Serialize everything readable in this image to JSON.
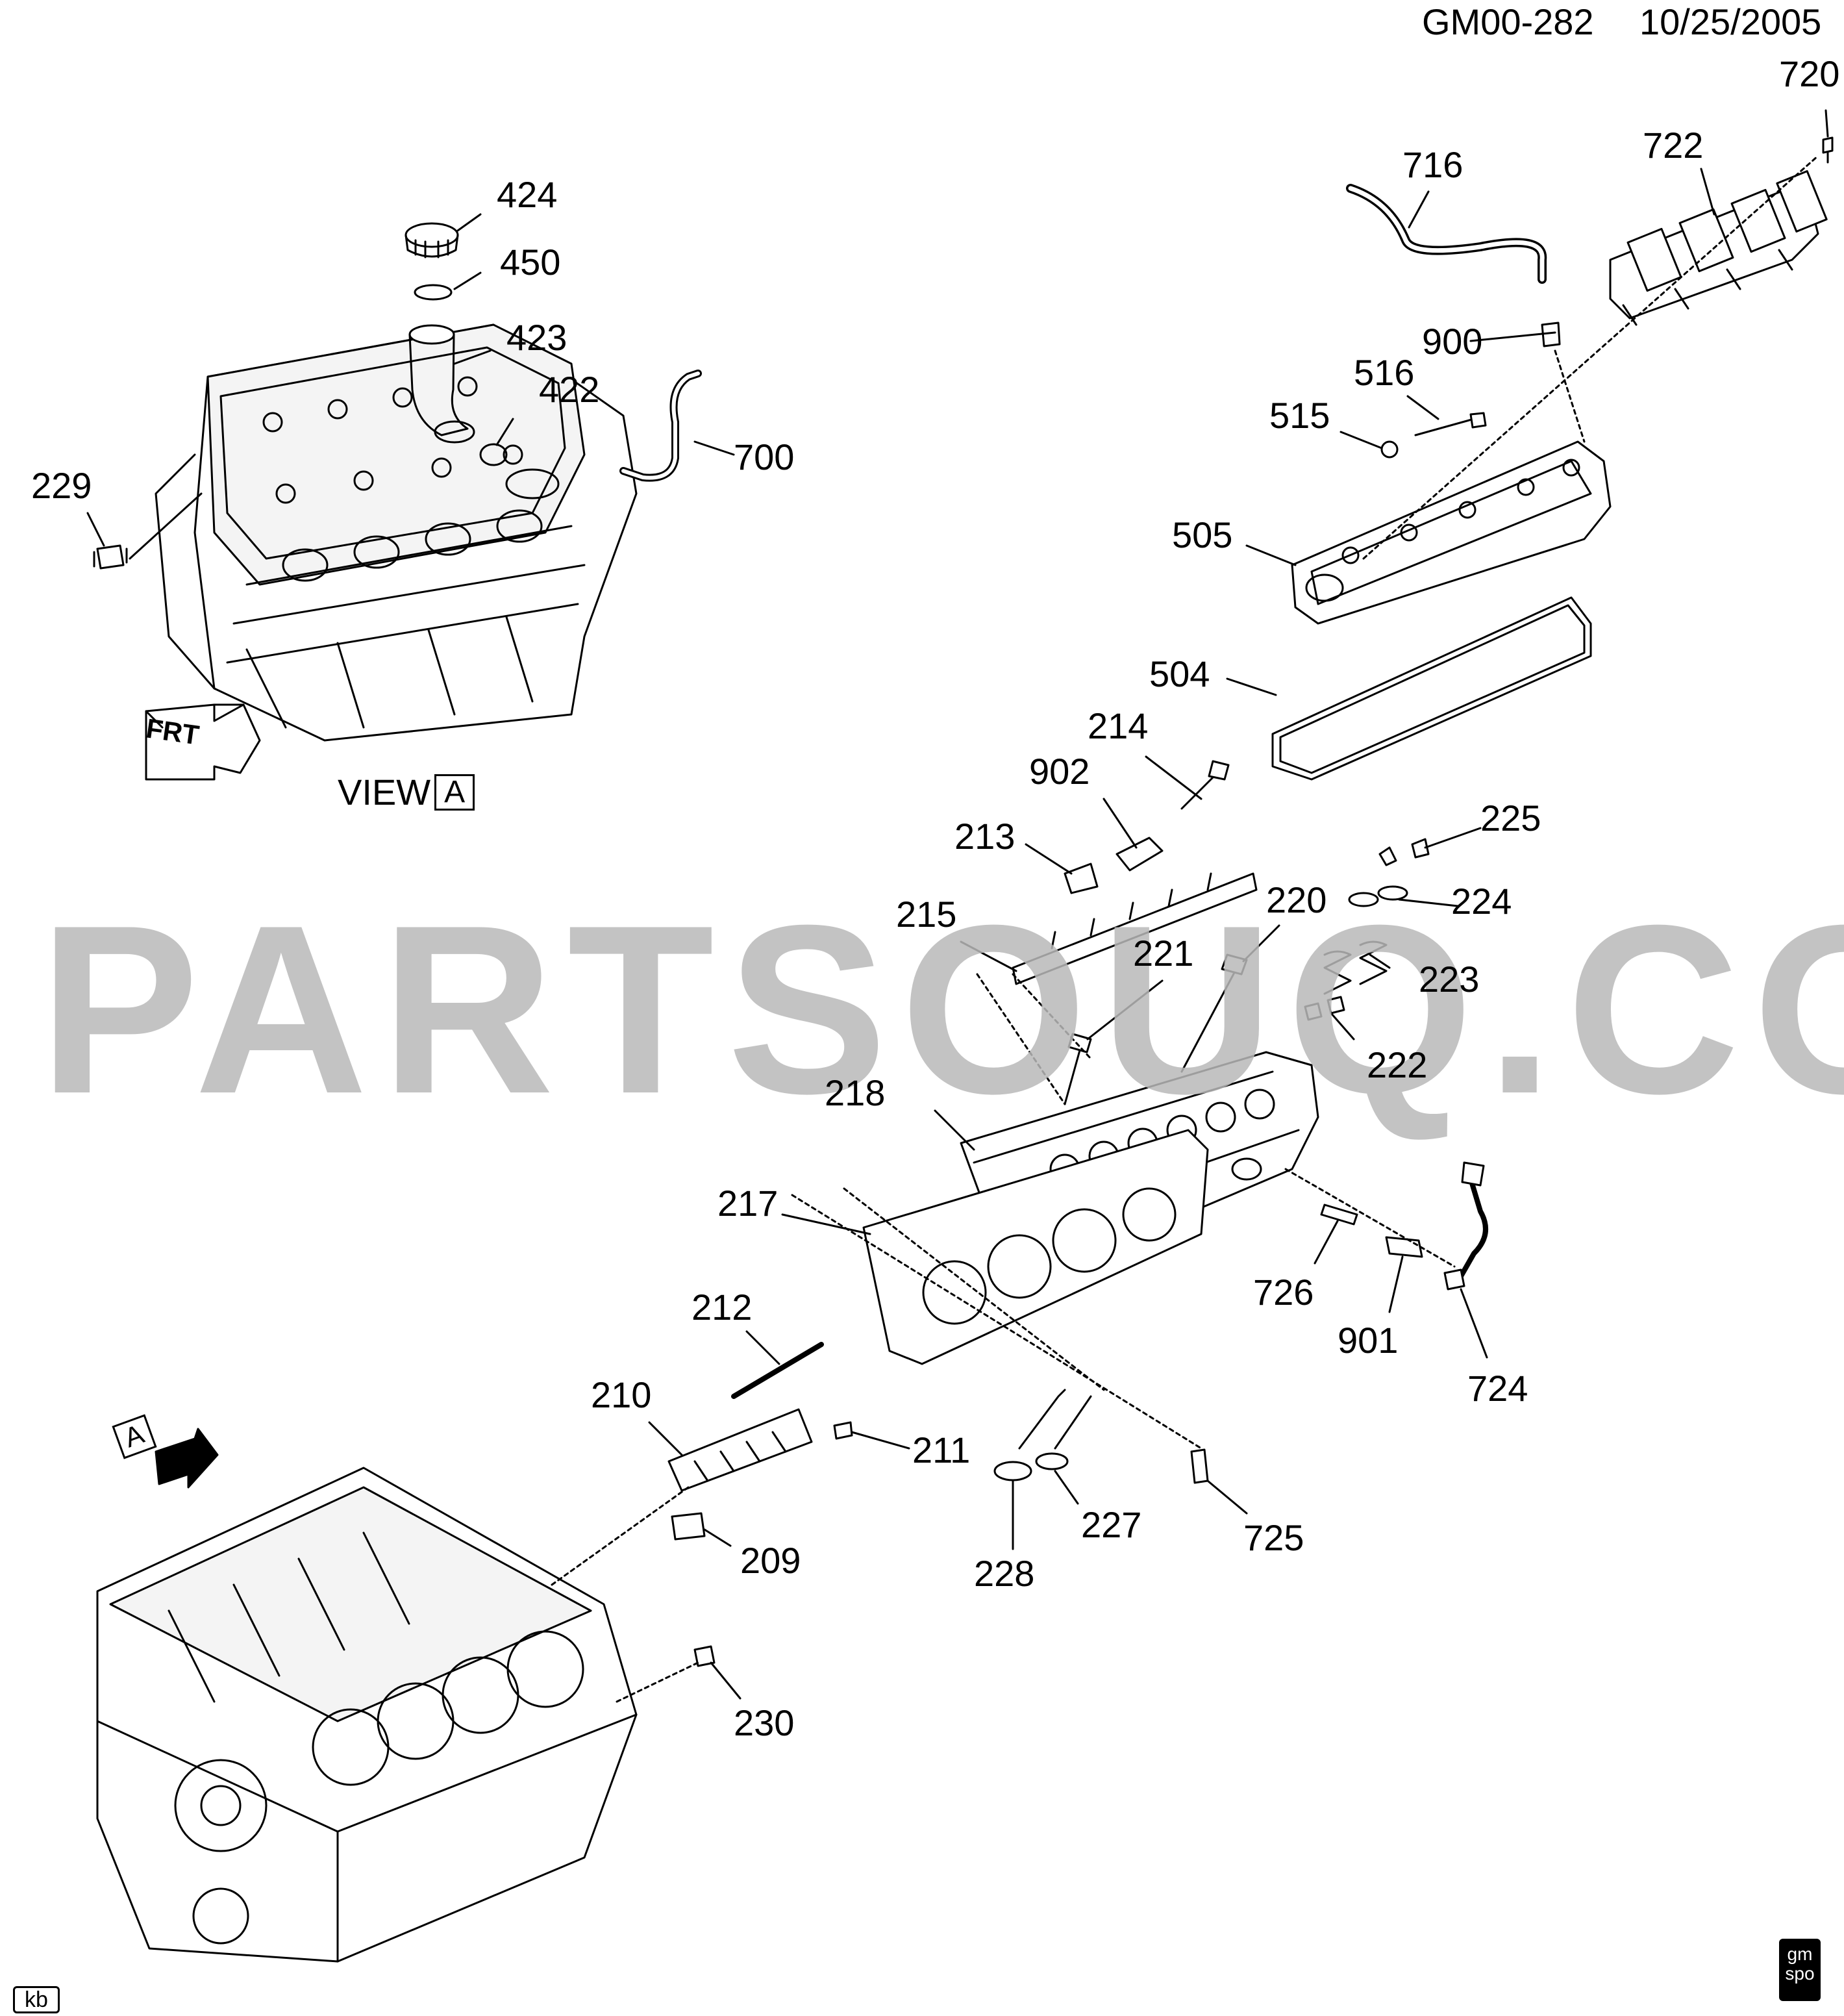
{
  "header": {
    "diagram_id": "GM00-282",
    "date": "10/25/2005"
  },
  "watermark": "PARTSOUQ.COM",
  "view_label": {
    "text": "VIEW",
    "letter": "A"
  },
  "front_indicator": {
    "text": "FRT"
  },
  "view_arrow_letter": "A",
  "footer": {
    "initials": "kb",
    "logo_top": "gm",
    "logo_bottom": "spo"
  },
  "callouts": {
    "c424": "424",
    "c450": "450",
    "c423": "423",
    "c422": "422",
    "c700": "700",
    "c229": "229",
    "c716": "716",
    "c722": "722",
    "c720": "720",
    "c900": "900",
    "c516": "516",
    "c515": "515",
    "c505": "505",
    "c504": "504",
    "c214": "214",
    "c902": "902",
    "c213": "213",
    "c215": "215",
    "c225": "225",
    "c224": "224",
    "c220": "220",
    "c221": "221",
    "c223": "223",
    "c222": "222",
    "c218": "218",
    "c217": "217",
    "c726": "726",
    "c901": "901",
    "c724": "724",
    "c212": "212",
    "c210": "210",
    "c211": "211",
    "c209": "209",
    "c228": "228",
    "c227": "227",
    "c725": "725",
    "c230": "230"
  }
}
